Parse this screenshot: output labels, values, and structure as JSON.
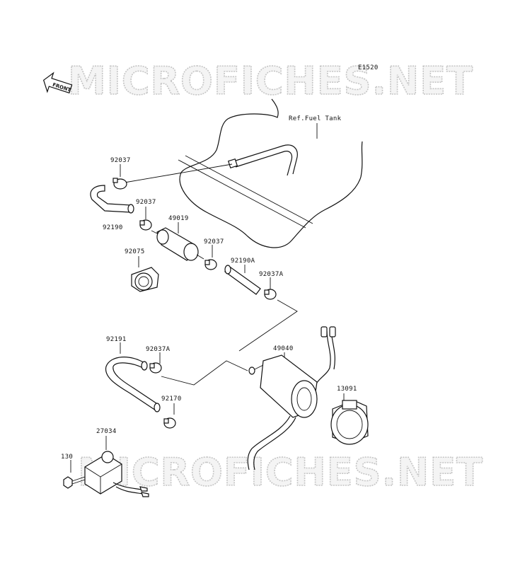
{
  "diagram_code": "E1520",
  "front_label": "FRONT",
  "watermark": "MICROFICHES.NET",
  "ref_label": "Ref.Fuel Tank",
  "parts": {
    "clamp_upper": "92037",
    "hose_upper": "92190",
    "clamp_filter_in": "92037",
    "fuel_filter": "49019",
    "clamp_filter_out": "92037",
    "holder": "92075",
    "hose_a": "92190A",
    "clamp_a_upper": "92037A",
    "hose_lower": "92191",
    "clamp_a_lower": "92037A",
    "fuel_pump": "49040",
    "clamp_bottom": "92170",
    "damper": "13091",
    "relay": "27034",
    "bolt": "130"
  }
}
